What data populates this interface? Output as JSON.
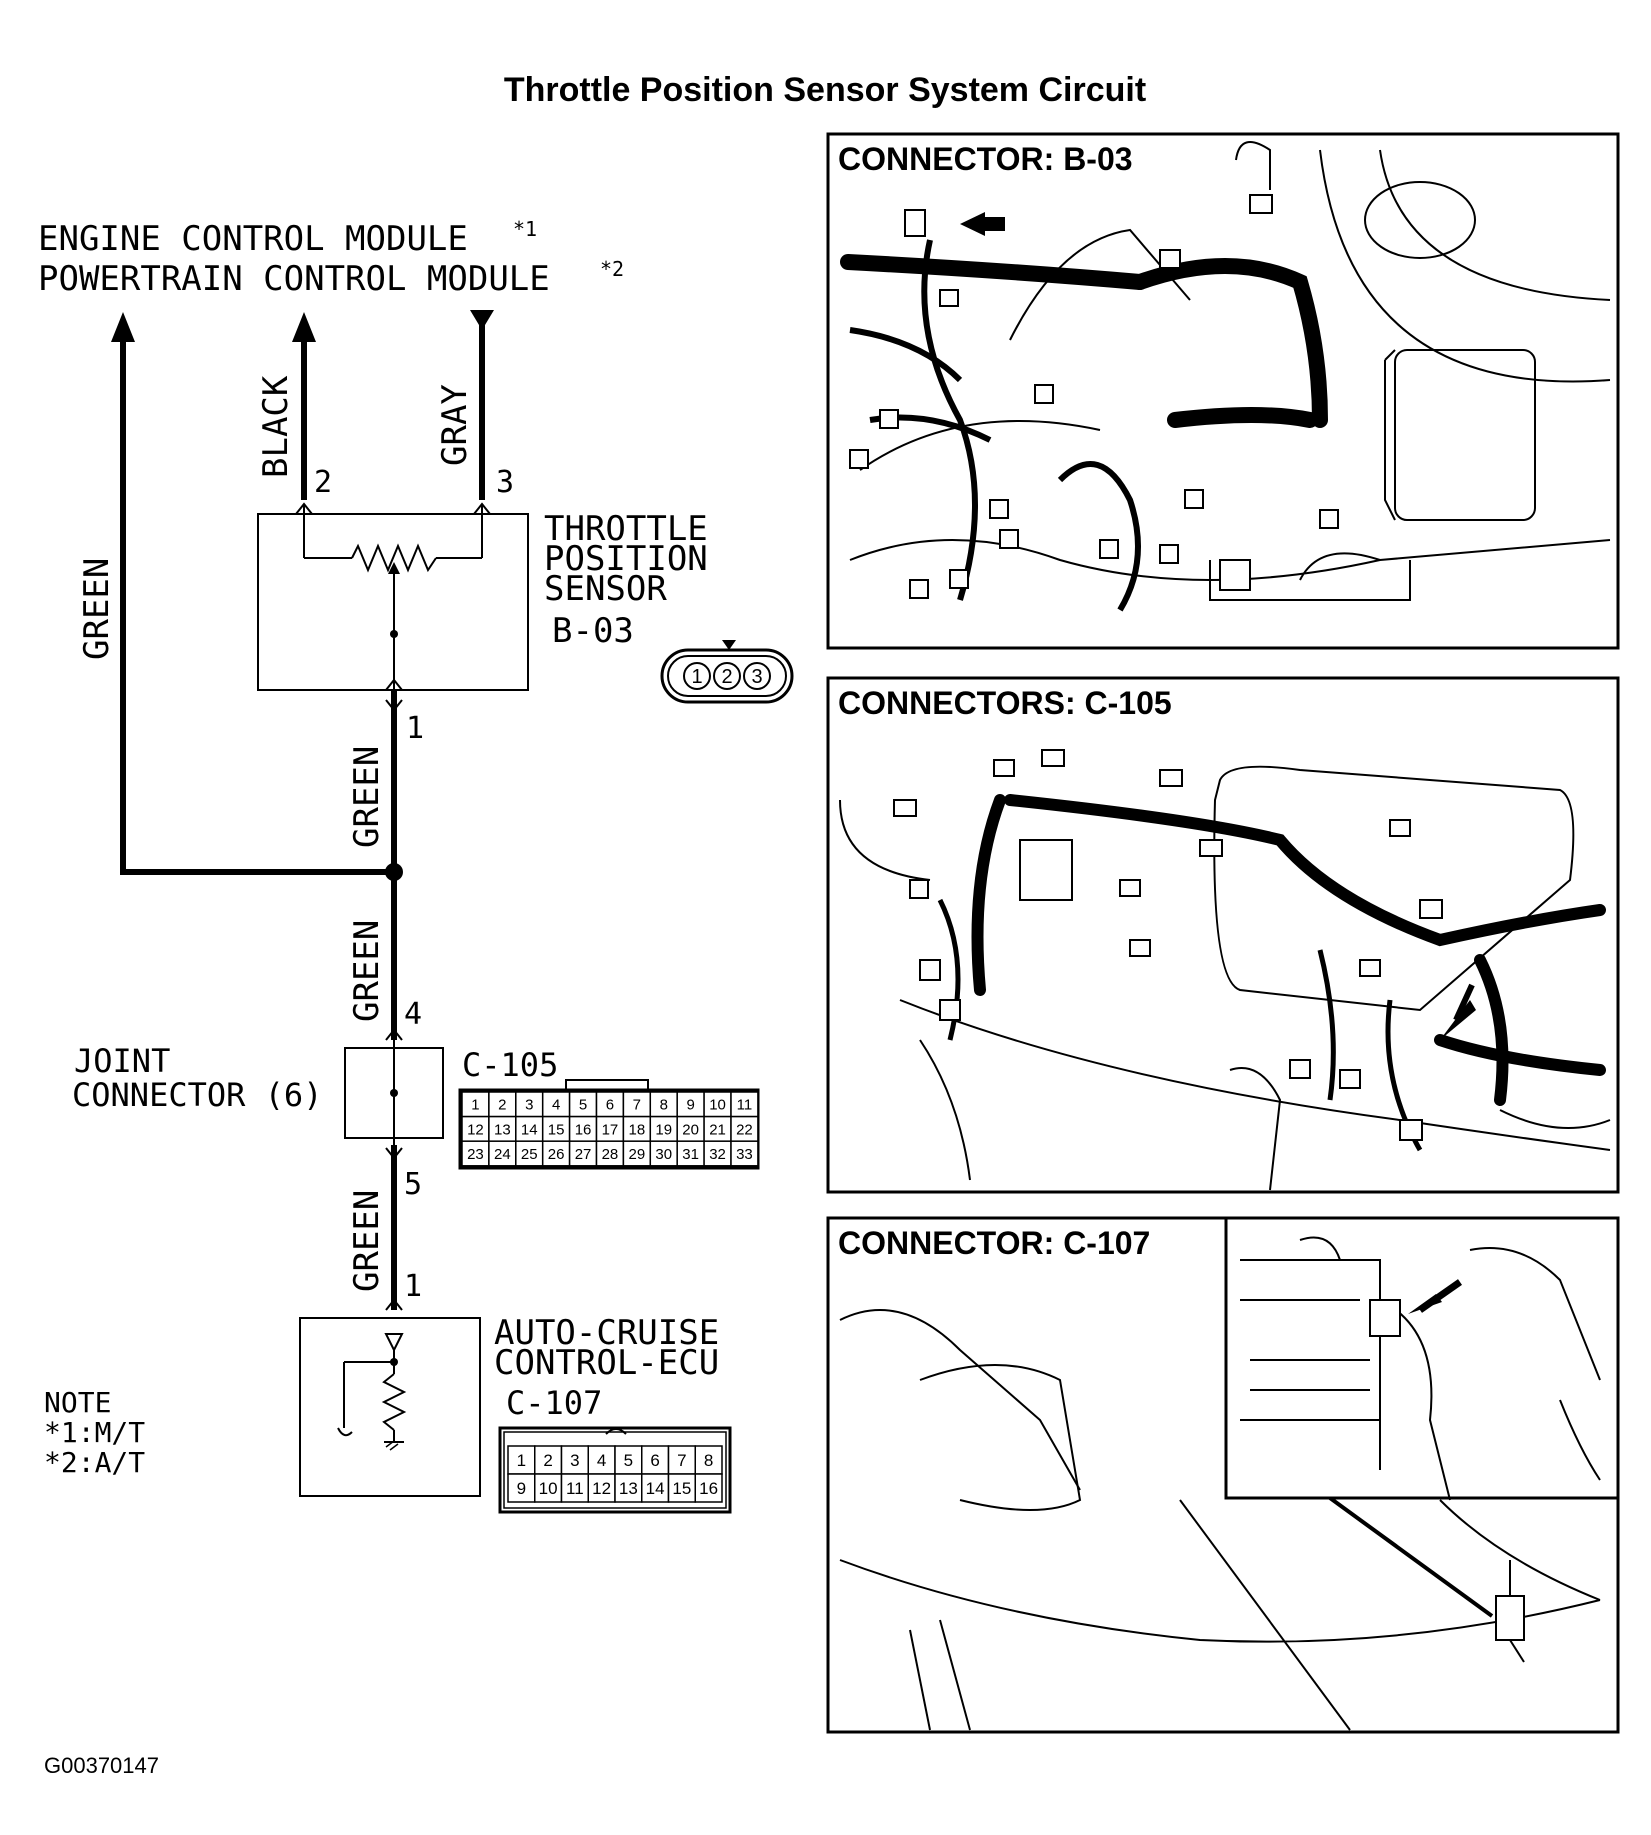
{
  "title": "Throttle Position Sensor System Circuit",
  "ecm": {
    "line1": "ENGINE CONTROL MODULE",
    "sup1": "*1",
    "line2": "POWERTRAIN CONTROL MODULE",
    "sup2": "*2"
  },
  "wires": {
    "green_main": "GREEN",
    "black": "BLACK",
    "gray": "GRAY",
    "green_1": "GREEN",
    "green_2": "GREEN",
    "green_3": "GREEN"
  },
  "pins": {
    "tps_2": "2",
    "tps_3": "3",
    "tps_1": "1",
    "joint_4": "4",
    "joint_5": "5",
    "ecu_1": "1"
  },
  "tps": {
    "line1": "THROTTLE",
    "line2": "POSITION",
    "line3": "SENSOR",
    "code": "B-03",
    "connector_pins": [
      "1",
      "2",
      "3"
    ]
  },
  "joint": {
    "line1": "JOINT",
    "line2": "CONNECTOR (6)",
    "code": "C-105",
    "rows": [
      [
        "1",
        "2",
        "3",
        "4",
        "5",
        "6",
        "7",
        "8",
        "9",
        "10",
        "11"
      ],
      [
        "12",
        "13",
        "14",
        "15",
        "16",
        "17",
        "18",
        "19",
        "20",
        "21",
        "22"
      ],
      [
        "23",
        "24",
        "25",
        "26",
        "27",
        "28",
        "29",
        "30",
        "31",
        "32",
        "33"
      ]
    ]
  },
  "ecu": {
    "line1": "AUTO-CRUISE",
    "line2": "CONTROL-ECU",
    "code": "C-107",
    "rows": [
      [
        "1",
        "2",
        "3",
        "4",
        "5",
        "6",
        "7",
        "8"
      ],
      [
        "9",
        "10",
        "11",
        "12",
        "13",
        "14",
        "15",
        "16"
      ]
    ]
  },
  "note": {
    "heading": "NOTE",
    "line1": "*1:M/T",
    "line2": "*2:A/T"
  },
  "panels": {
    "b03": "CONNECTOR: B-03",
    "c105": "CONNECTORS: C-105",
    "c107": "CONNECTOR: C-107"
  },
  "figure_id": "G00370147"
}
